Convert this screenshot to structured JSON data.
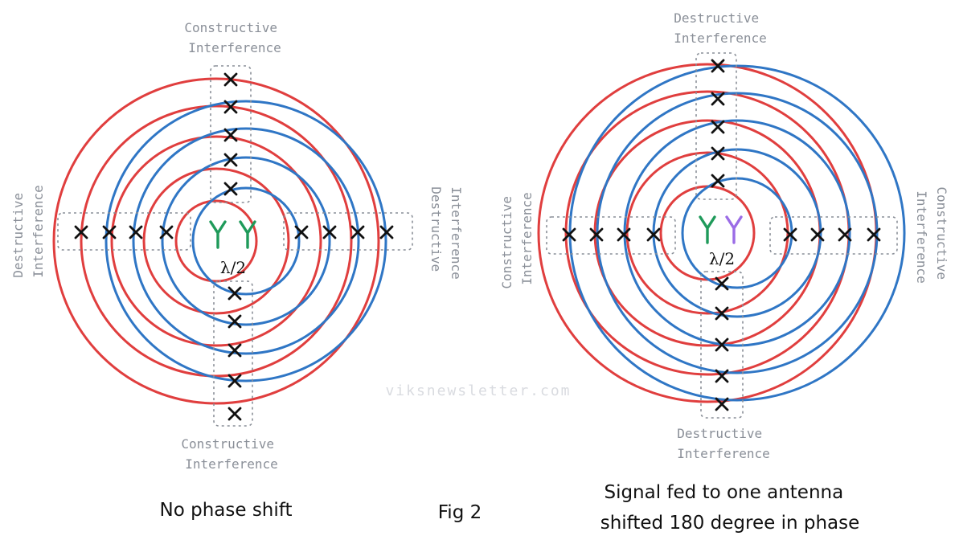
{
  "figure_caption": "Fig 2",
  "watermark": "viksnewsletter.com",
  "colors": {
    "red": "#e03e3e",
    "blue": "#2f76c5",
    "antenna_green": "#1f9a5a",
    "antenna_purple": "#9b6ce6",
    "label_gray": "#8a8f98",
    "mark": "#111111"
  },
  "panels": [
    {
      "caption_lines": [
        "No phase shift"
      ],
      "antenna_spacing": "λ/2",
      "antenna_colors": [
        "antenna_green",
        "antenna_green"
      ],
      "labels": {
        "top": [
          "Constructive",
          "Interference"
        ],
        "bottom": [
          "Constructive",
          "Interference"
        ],
        "left": [
          "Destructive",
          "Interference"
        ],
        "right": [
          "Destructive",
          "Interference"
        ]
      }
    },
    {
      "caption_lines": [
        "Signal fed to one antenna",
        "shifted 180 degree in phase"
      ],
      "antenna_spacing": "λ/2",
      "antenna_colors": [
        "antenna_green",
        "antenna_purple"
      ],
      "labels": {
        "top": [
          "Destructive",
          "Interference"
        ],
        "bottom": [
          "Destructive",
          "Interference"
        ],
        "left": [
          "Constructive",
          "Interference"
        ],
        "right": [
          "Constructive",
          "Interference"
        ]
      }
    }
  ]
}
